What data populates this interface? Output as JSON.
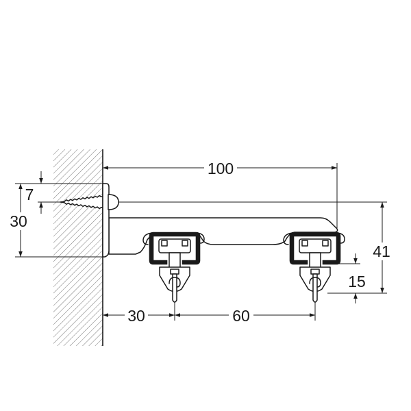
{
  "colors": {
    "line": "#1a1a1a",
    "hatch": "#555555",
    "background": "#ffffff"
  },
  "dimensions": {
    "top": "100",
    "left_small": "7",
    "left_large": "30",
    "right_large": "41",
    "right_small": "15",
    "bottom_left": "30",
    "bottom_right": "60"
  }
}
